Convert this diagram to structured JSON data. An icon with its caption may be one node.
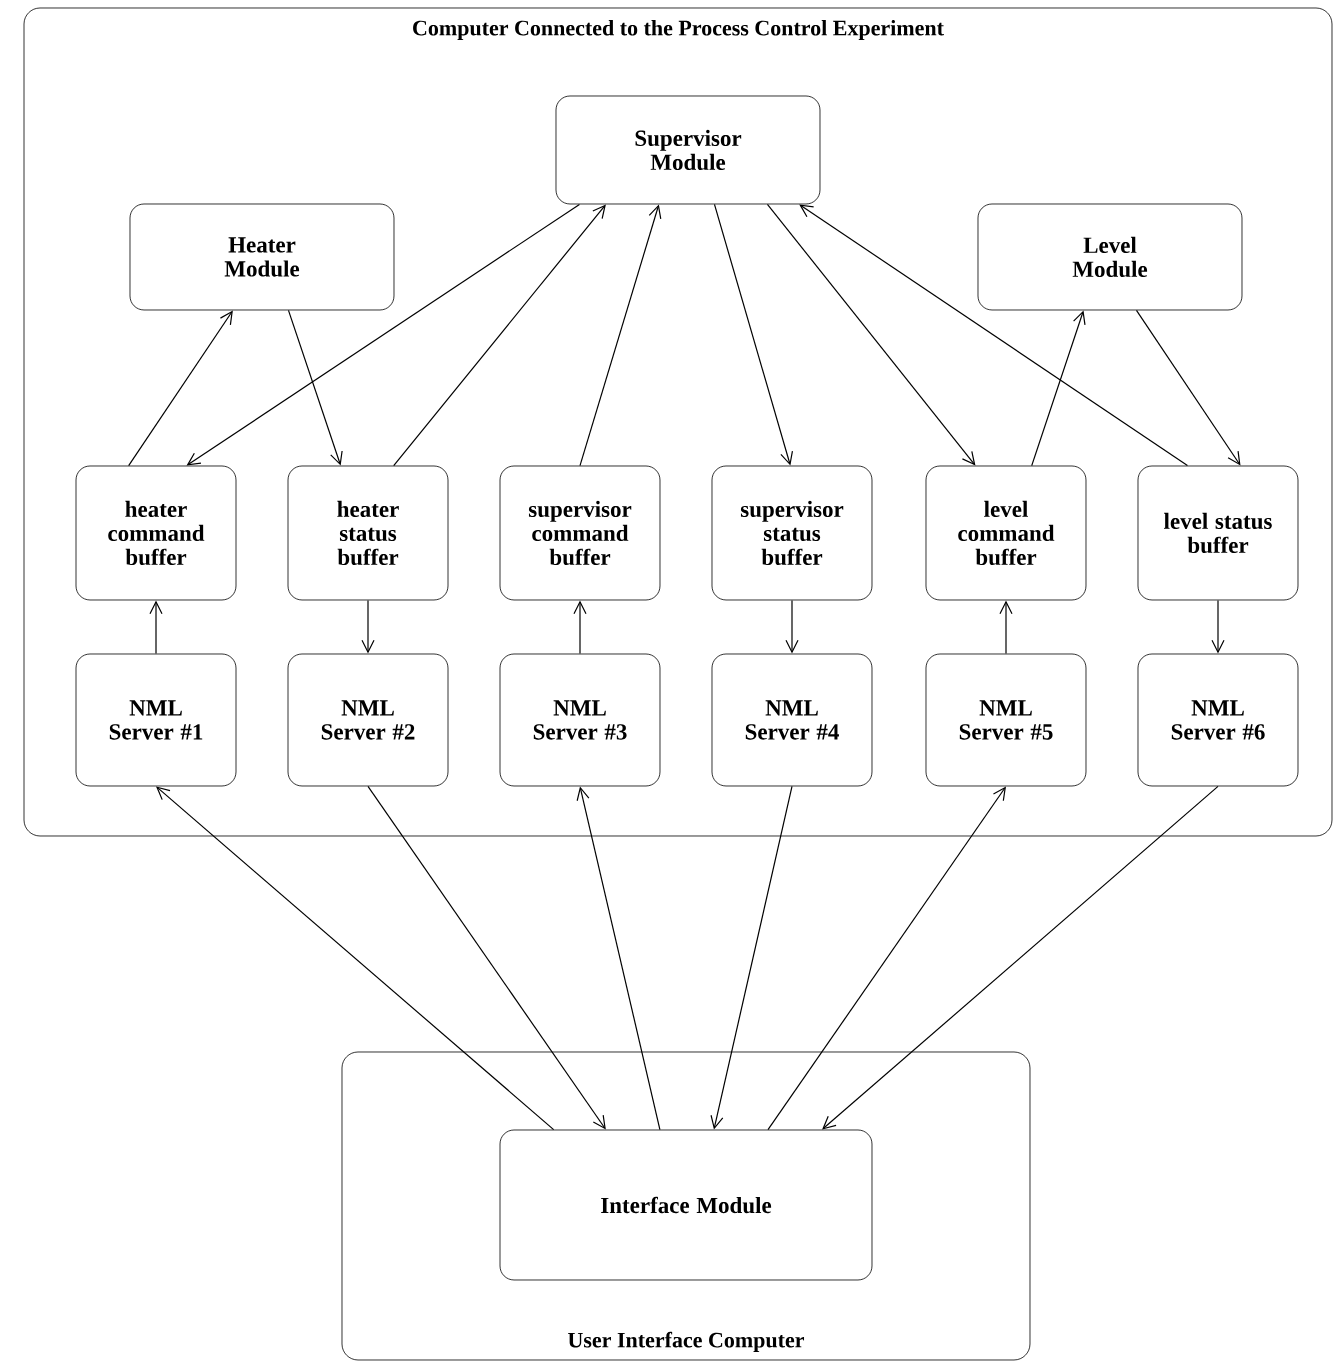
{
  "diagram": {
    "nodes": [
      {
        "text": [
          "Computer Connected to the Process Control Experiment"
        ]
      },
      {
        "text": [
          "Supervisor Module"
        ],
        "in": 0
      },
      {
        "text": [
          "Heater Module"
        ],
        "in": 0
      },
      {
        "text": [
          "Level Module"
        ],
        "in": 0
      },
      {
        "text": [
          "heater command buffer"
        ],
        "in": 0
      },
      {
        "text": [
          "heater status buffer"
        ],
        "in": 0
      },
      {
        "text": [
          "supervisor command buffer"
        ],
        "in": 0
      },
      {
        "text": [
          "supervisor status buffer"
        ],
        "in": 0
      },
      {
        "text": [
          "level command buffer"
        ],
        "in": 0
      },
      {
        "text": [
          "level status buffer"
        ],
        "in": 0
      },
      {
        "text": [
          "NML Server #1"
        ],
        "in": 0
      },
      {
        "text": [
          "NML Server #2"
        ],
        "in": 0
      },
      {
        "text": [
          "NML Server #3"
        ],
        "in": 0
      },
      {
        "text": [
          "NML Server #4"
        ],
        "in": 0
      },
      {
        "text": [
          "NML Server #5"
        ],
        "in": 0
      },
      {
        "text": [
          "NML Server #6"
        ],
        "in": 0
      },
      {
        "text": [
          "User Interface Computer"
        ]
      },
      {
        "text": [
          "Interface Module"
        ],
        "in": 16
      }
    ],
    "edges": [
      {
        "from": 4,
        "to": 2,
        "arrow": "to"
      },
      {
        "from": 2,
        "to": 5,
        "arrow": "to"
      },
      {
        "from": 1,
        "to": 4,
        "arrow": "to"
      },
      {
        "from": 5,
        "to": 1,
        "arrow": "to"
      },
      {
        "from": 6,
        "to": 1,
        "arrow": "to"
      },
      {
        "from": 1,
        "to": 7,
        "arrow": "to"
      },
      {
        "from": 1,
        "to": 8,
        "arrow": "to"
      },
      {
        "from": 9,
        "to": 1,
        "arrow": "to"
      },
      {
        "from": 8,
        "to": 3,
        "arrow": "to"
      },
      {
        "from": 3,
        "to": 9,
        "arrow": "to"
      },
      {
        "from": 10,
        "to": 4,
        "arrow": "to"
      },
      {
        "from": 5,
        "to": 11,
        "arrow": "to"
      },
      {
        "from": 12,
        "to": 6,
        "arrow": "to"
      },
      {
        "from": 7,
        "to": 13,
        "arrow": "to"
      },
      {
        "from": 14,
        "to": 8,
        "arrow": "to"
      },
      {
        "from": 9,
        "to": 15,
        "arrow": "to"
      },
      {
        "from": 17,
        "to": 10,
        "arrow": "to"
      },
      {
        "from": 11,
        "to": 17,
        "arrow": "to"
      },
      {
        "from": 17,
        "to": 12,
        "arrow": "to"
      },
      {
        "from": 13,
        "to": 17,
        "arrow": "to"
      },
      {
        "from": 17,
        "to": 14,
        "arrow": "to"
      },
      {
        "from": 15,
        "to": 17,
        "arrow": "to"
      }
    ]
  }
}
